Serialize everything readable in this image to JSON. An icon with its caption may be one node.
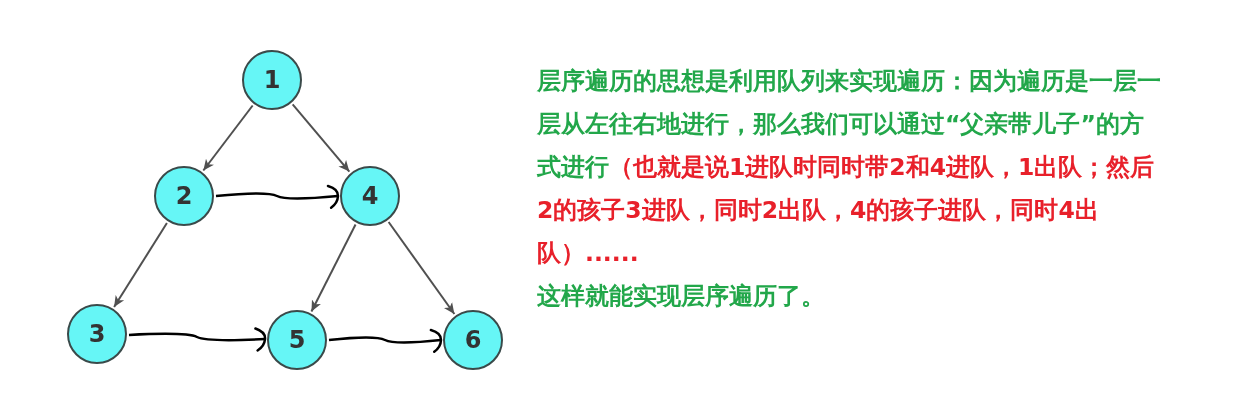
{
  "diagram": {
    "nodes": [
      {
        "text": [
          "1"
        ]
      },
      {
        "text": [
          "2"
        ]
      },
      {
        "text": [
          "4"
        ]
      },
      {
        "text": [
          "3"
        ]
      },
      {
        "text": [
          "5"
        ]
      },
      {
        "text": [
          "6"
        ]
      }
    ],
    "edges": [
      {
        "from": 0,
        "to": 1,
        "arrow": "to"
      },
      {
        "from": 0,
        "to": 2,
        "arrow": "to"
      },
      {
        "from": 1,
        "to": 3,
        "arrow": "to"
      },
      {
        "from": 2,
        "to": 4,
        "arrow": "to"
      },
      {
        "from": 2,
        "to": 5,
        "arrow": "to"
      },
      {
        "from": 1,
        "to": 2,
        "arrow": "to",
        "color": "#000000"
      },
      {
        "from": 3,
        "to": 4,
        "arrow": "to",
        "color": "#000000"
      },
      {
        "from": 4,
        "to": 5,
        "arrow": "to",
        "color": "#000000"
      }
    ],
    "labels": [
      "层序遍历的思想是利用队列来实现遍历：因为遍历是一层一层从左往右地进行，那么我们可以通过“父亲带儿子”的方式进行",
      "（也就是说1进队时同时带2和4进队，1出队；然后2的孩子3进队，同时2出队，4的孩子进队，同时4出队）......",
      "这样就能实现层序遍历了。"
    ]
  }
}
